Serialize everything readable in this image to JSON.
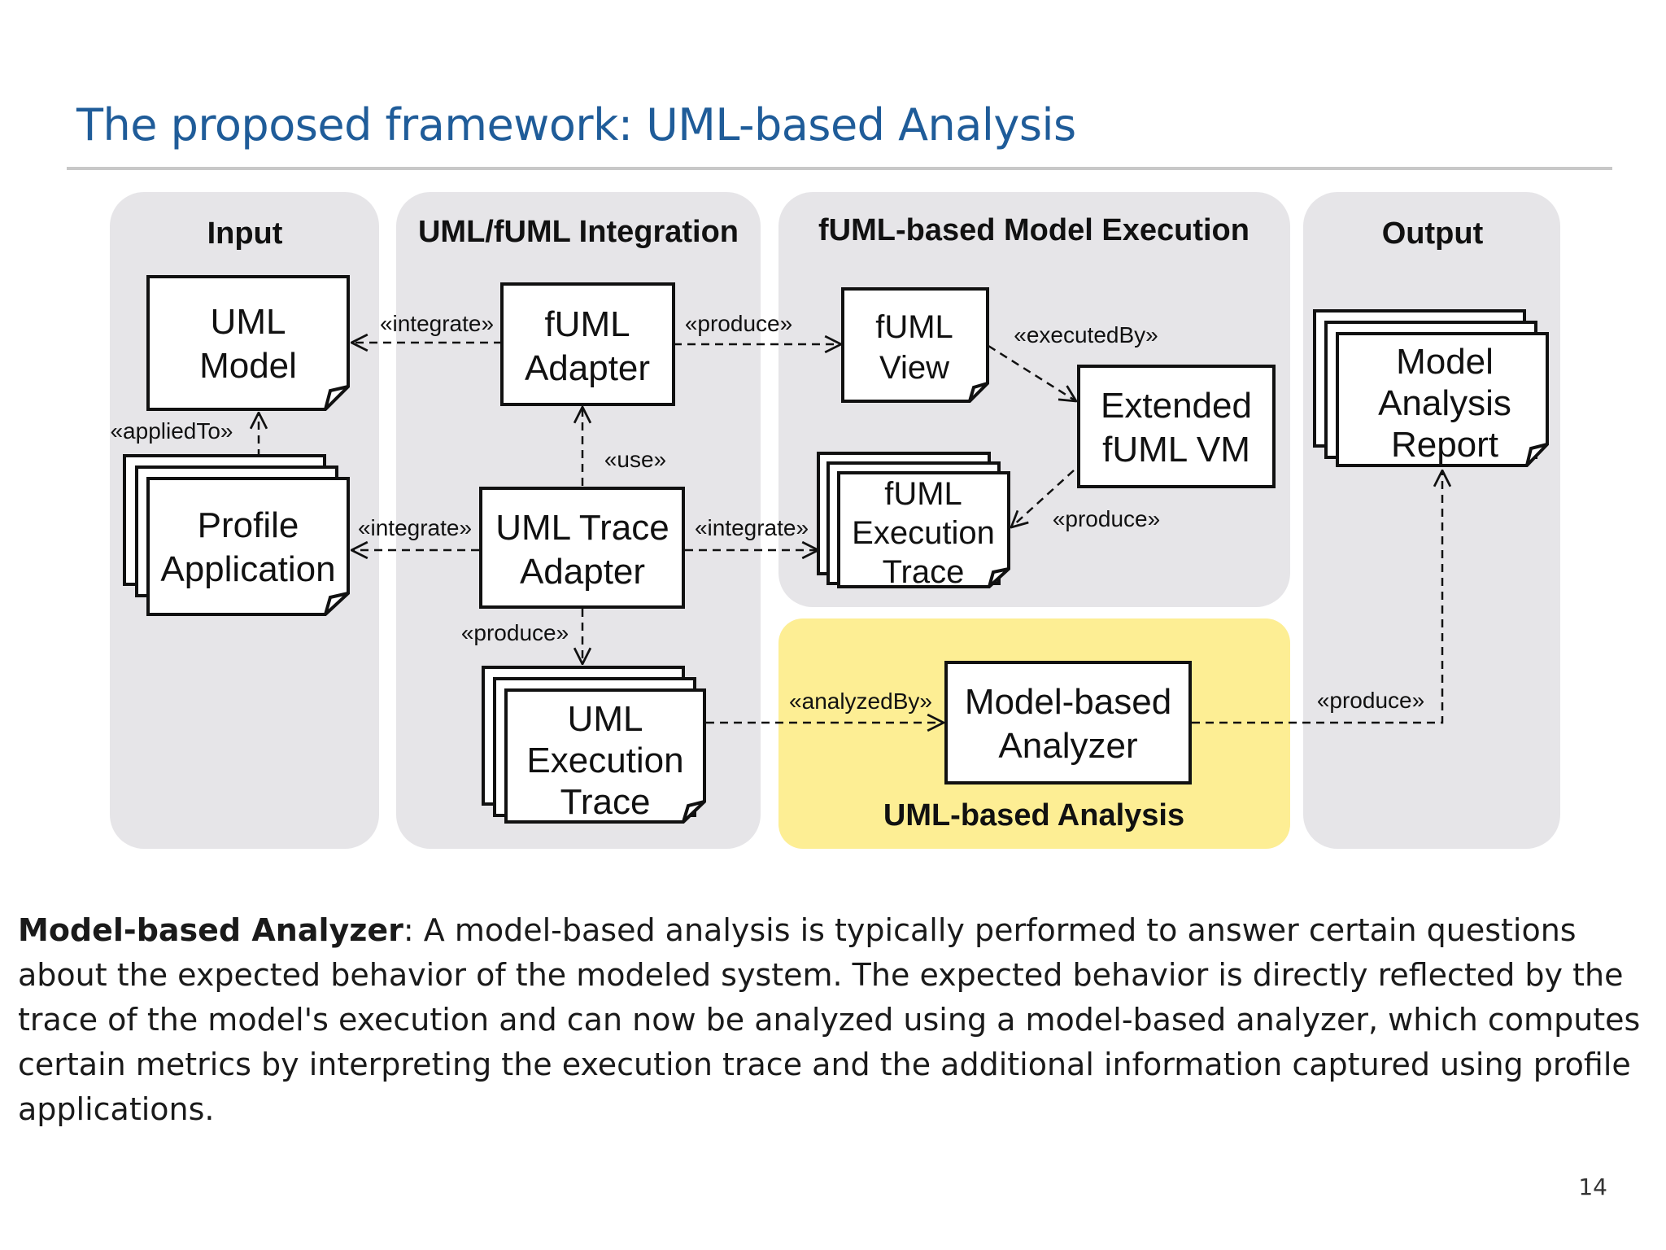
{
  "slide": {
    "title": "The proposed framework: UML-based Analysis",
    "page_number": "14"
  },
  "diagram": {
    "lanes": {
      "input": "Input",
      "integration": "UML/fUML Integration",
      "execution": "fUML-based Model Execution",
      "output": "Output",
      "analysis": "UML-based Analysis"
    },
    "nodes": {
      "uml_model": [
        "UML",
        "Model"
      ],
      "profile_application": [
        "Profile",
        "Application"
      ],
      "fuml_adapter": [
        "fUML",
        "Adapter"
      ],
      "uml_trace_adapter": [
        "UML Trace",
        "Adapter"
      ],
      "uml_execution_trace": [
        "UML",
        "Execution",
        "Trace"
      ],
      "fuml_view": [
        "fUML",
        "View"
      ],
      "extended_fuml_vm": [
        "Extended",
        "fUML VM"
      ],
      "fuml_execution_trace": [
        "fUML",
        "Execution",
        "Trace"
      ],
      "model_based_analyzer": [
        "Model-based",
        "Analyzer"
      ],
      "model_analysis_report": [
        "Model",
        "Analysis",
        "Report"
      ]
    },
    "stereotypes": {
      "applied_to": "«appliedTo»",
      "integrate_adapter_model": "«integrate»",
      "produce_adapter_view": "«produce»",
      "use": "«use»",
      "integrate_trace_profile": "«integrate»",
      "integrate_trace_exec": "«integrate»",
      "produce_trace": "«produce»",
      "executed_by": "«executedBy»",
      "produce_vm_trace": "«produce»",
      "analyzed_by": "«analyzedBy»",
      "produce_report": "«produce»"
    },
    "colors": {
      "lane_fill": "#e6e5e8",
      "analysis_fill": "#fdee94",
      "title_color": "#1f5c99"
    }
  },
  "description": {
    "term": "Model-based Analyzer",
    "text": ": A model-based analysis is typically performed to answer certain questions about the expected behavior of the modeled system. The expected behavior is directly reflected by the trace of the model's execution and can now be analyzed using a model-based analyzer, which computes certain metrics by interpreting the execution trace and the additional information captured using profile applications."
  }
}
